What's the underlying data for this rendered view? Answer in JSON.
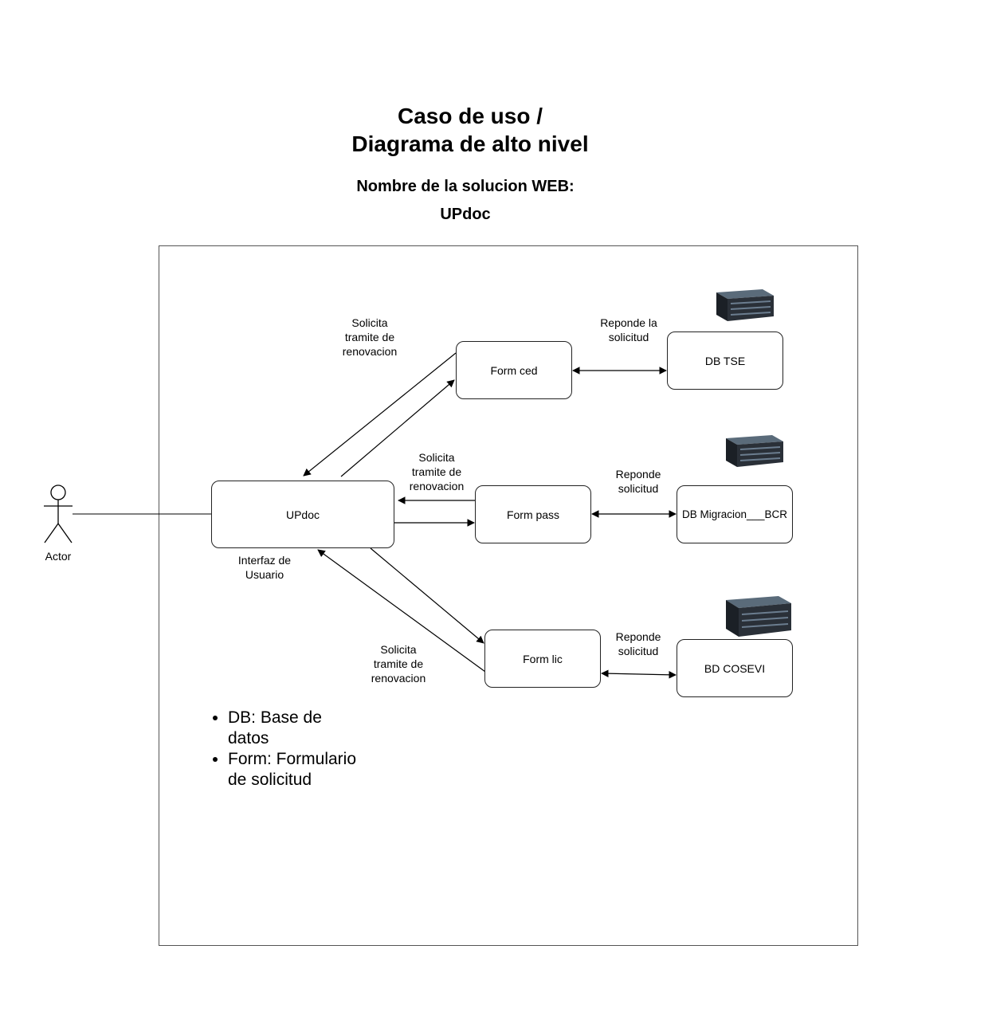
{
  "header": {
    "title_line1": "Caso de uso /",
    "title_line2": "Diagrama de alto nivel",
    "solution_label": "Nombre de la solucion WEB:",
    "solution_name": "UPdoc"
  },
  "actor": {
    "label": "Actor"
  },
  "nodes": {
    "updoc": "UPdoc",
    "updoc_caption": "Interfaz de Usuario",
    "form_ced": "Form ced",
    "form_pass": "Form pass",
    "form_lic": "Form lic",
    "db_tse": "DB TSE",
    "db_migracion": "DB Migracion___BCR",
    "bd_cosevi": "BD COSEVI"
  },
  "edge_labels": {
    "ced_request": "Solicita tramite de renovacion",
    "pass_request": "Solicita tramite de renovacion",
    "lic_request": "Solicita tramite  de renovacion",
    "tse_response": "Reponde la solicitud",
    "migracion_response": "Reponde solicitud",
    "cosevi_response": "Reponde solicitud"
  },
  "legend": {
    "items": [
      "DB: Base de datos",
      "Form: Formulario de solicitud"
    ]
  }
}
